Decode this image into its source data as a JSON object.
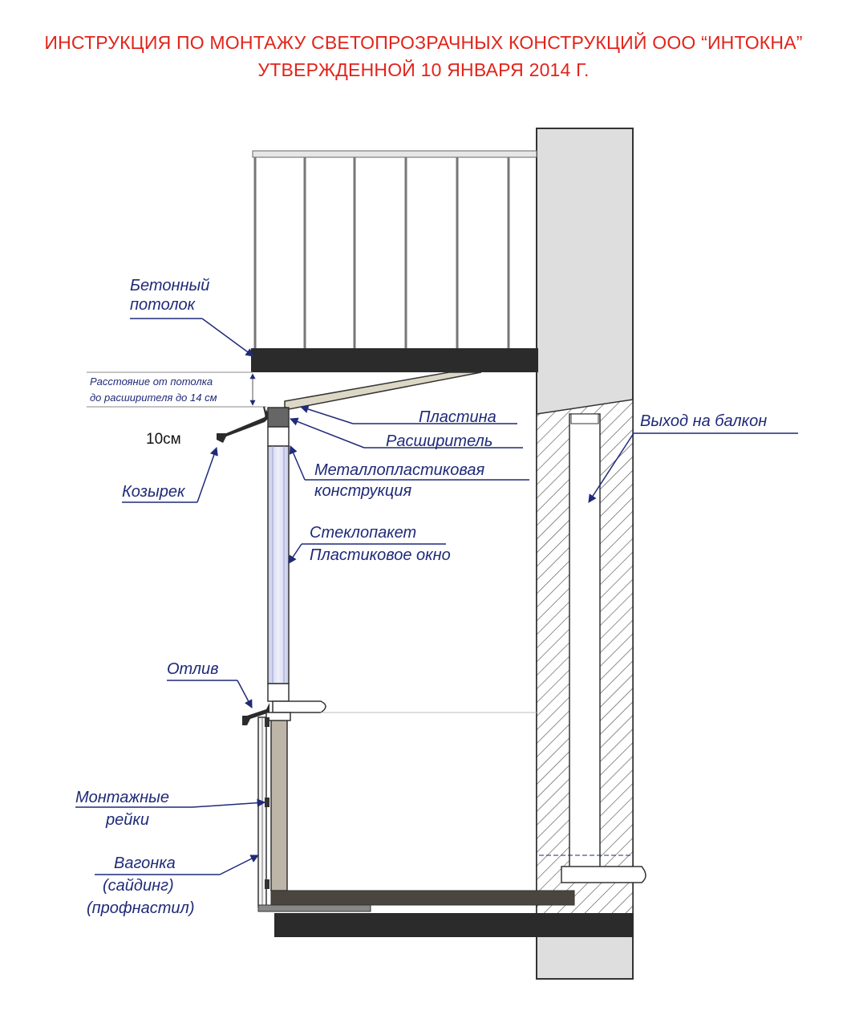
{
  "header": {
    "line1": "ИНСТРУКЦИЯ ПО МОНТАЖУ СВЕТОПРОЗРАЧНЫХ КОНСТРУКЦИЙ ООО “ИНТОКНА”",
    "line2": "УТВЕРЖДЕННОЙ 10 ЯНВАРЯ 2014 Г."
  },
  "labels": {
    "concrete_ceiling_1": "Бетонный",
    "concrete_ceiling_2": "потолок",
    "distance_1": "Расстояние от потолка",
    "distance_2": "до расширителя до 14 см",
    "plate": "Пластина",
    "extender": "Расширитель",
    "ten_cm": "10см",
    "visor": "Козырек",
    "mp_construction_1": "Металлопластиковая",
    "mp_construction_2": "конструкция",
    "glass_unit": "Стеклопакет",
    "plastic_window": "Пластиковое окно",
    "sill": "Отлив",
    "rails_1": "Монтажные",
    "rails_2": "рейки",
    "cladding_1": "Вагонка",
    "cladding_2": "(сайдинг)",
    "cladding_3": "(профнастил)",
    "balcony_exit": "Выход на балкон"
  },
  "colors": {
    "title": "#e2231a",
    "label": "#1f2a78",
    "slab": "#2b2b2b",
    "wall": "#dcdcdc"
  }
}
